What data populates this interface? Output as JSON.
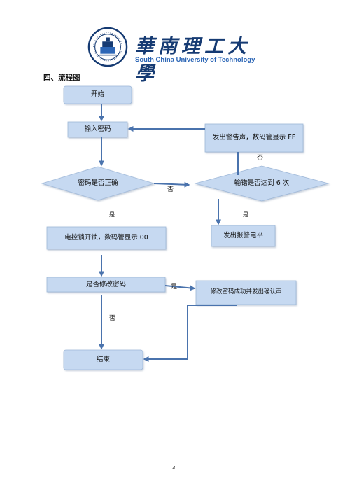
{
  "header": {
    "logo_cn": "華南理工大學",
    "logo_en": "South China University of Technology",
    "seal_text": "SOUTH CHINA UNIVERSITY OF TECHNOLOGY"
  },
  "section_heading": "四、流程图",
  "nodes": {
    "start": "开始",
    "input_password": "输入密码",
    "alarm_sound": "发出警告声，数码管显示 FF",
    "password_correct": "密码是否正确",
    "errors_six": "输错是否达到 6 次",
    "unlock": "电控锁开锁，数码管显示 00",
    "alarm_level": "发出报警电平",
    "modify_question": "是否修改密码",
    "modify_success": "修改密码成功并发出确认声",
    "end": "结束"
  },
  "edge_labels": {
    "correct_no": "否",
    "correct_yes": "是",
    "errors_no": "否",
    "errors_yes": "是",
    "modify_yes": "是",
    "modify_no": "否"
  },
  "colors": {
    "node_fill": "#c6d9f1",
    "node_stroke": "#9fb8d8",
    "arrow": "#4a73ad",
    "brand_navy": "#163b73",
    "brand_blue": "#2c66b6"
  },
  "page_number": "3"
}
